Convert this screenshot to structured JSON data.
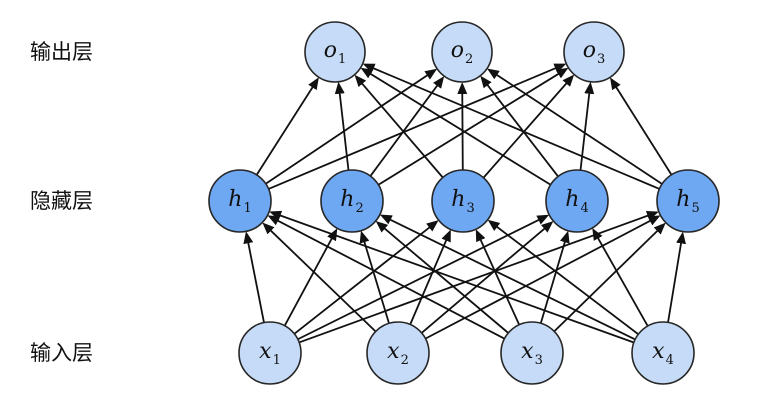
{
  "colors": {
    "background": "#ffffff",
    "edge": "#111111",
    "node_stroke": "#262626",
    "label_text": "#111111",
    "node_text": "#111111"
  },
  "layers": [
    {
      "label": "输出层",
      "fill": "#c6dbf7",
      "nodes": [
        {
          "var": "o",
          "sub": "1"
        },
        {
          "var": "o",
          "sub": "2"
        },
        {
          "var": "o",
          "sub": "3"
        }
      ]
    },
    {
      "label": "隐藏层",
      "fill": "#6ea7f2",
      "nodes": [
        {
          "var": "h",
          "sub": "1"
        },
        {
          "var": "h",
          "sub": "2"
        },
        {
          "var": "h",
          "sub": "3"
        },
        {
          "var": "h",
          "sub": "4"
        },
        {
          "var": "h",
          "sub": "5"
        }
      ]
    },
    {
      "label": "输入层",
      "fill": "#c6dbf7",
      "nodes": [
        {
          "var": "x",
          "sub": "1"
        },
        {
          "var": "x",
          "sub": "2"
        },
        {
          "var": "x",
          "sub": "3"
        },
        {
          "var": "x",
          "sub": "4"
        }
      ]
    }
  ],
  "connections": [
    {
      "from": 2,
      "to": 1,
      "edges": [
        [
          0,
          0
        ],
        [
          0,
          1
        ],
        [
          0,
          2
        ],
        [
          0,
          3
        ],
        [
          0,
          4
        ],
        [
          1,
          0
        ],
        [
          1,
          1
        ],
        [
          1,
          2
        ],
        [
          1,
          3
        ],
        [
          1,
          4
        ],
        [
          2,
          0
        ],
        [
          2,
          1
        ],
        [
          2,
          2
        ],
        [
          2,
          3
        ],
        [
          2,
          4
        ],
        [
          3,
          0
        ],
        [
          3,
          1
        ],
        [
          3,
          2
        ],
        [
          3,
          3
        ],
        [
          3,
          4
        ]
      ]
    },
    {
      "from": 1,
      "to": 0,
      "edges": [
        [
          0,
          0
        ],
        [
          0,
          1
        ],
        [
          0,
          2
        ],
        [
          1,
          0
        ],
        [
          1,
          1
        ],
        [
          1,
          2
        ],
        [
          2,
          0
        ],
        [
          2,
          1
        ],
        [
          2,
          2
        ],
        [
          3,
          0
        ],
        [
          3,
          1
        ],
        [
          3,
          2
        ],
        [
          4,
          0
        ],
        [
          4,
          1
        ],
        [
          4,
          2
        ]
      ]
    }
  ]
}
